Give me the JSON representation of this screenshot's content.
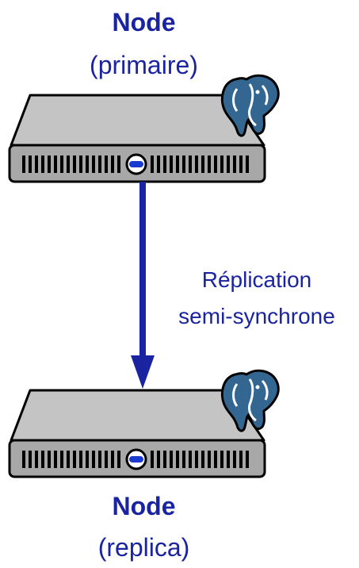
{
  "colors": {
    "text": "#1a23a0",
    "arrow": "#1a23a0",
    "server_top": "#c4c4c4",
    "server_front": "#a8a8a8",
    "outline": "#000000",
    "elephant": "#336791",
    "button_fill": "#1a3bd0"
  },
  "nodes": {
    "primary": {
      "title": "Node",
      "subtitle": "(primaire)",
      "icon": "postgresql-elephant-icon"
    },
    "replica": {
      "title": "Node",
      "subtitle": "(replica)",
      "icon": "postgresql-elephant-icon"
    }
  },
  "edge": {
    "label_line1": "Réplication",
    "label_line2": "semi-synchrone"
  }
}
